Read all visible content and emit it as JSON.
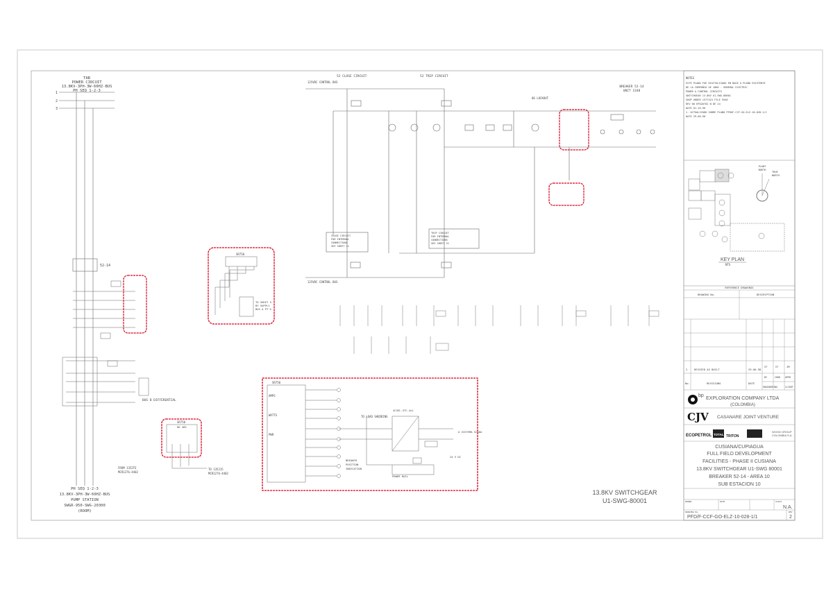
{
  "top_left": {
    "bus_title": [
      "TAB",
      "POWER CIRCUIT",
      "13.8KV-3PH-3W-60HZ-BUS",
      "PH SEQ 1-2-3"
    ],
    "phases": [
      "1",
      "2",
      "3"
    ],
    "breaker_tag": "52-14",
    "bottom_bus": [
      "PH SEQ 1-2-3",
      "13.8KV-3PH-3W-60HZ-BUS",
      "PUMP STATION",
      "SWGR-950-SWG-20300",
      "(ROOM)"
    ]
  },
  "control": {
    "close_circuit": "52 CLOSE CIRCUIT",
    "trip_circuit": "52 TRIP CIRCUIT",
    "dc_bus_top": "125VDC CONTROL BUS",
    "dc_bus_bottom": "125VDC CONTROL BUS",
    "breaker_unit": [
      "BREAKER 52-14",
      "UNIT 1348"
    ],
    "lockout": "86 LOCKOUT",
    "close_box": [
      "CLOSE CIRCUIT",
      "FOR INTERNAL",
      "CONNECTIONS",
      "SEE SHEET 21"
    ],
    "trip_box": [
      "TRIP CIRCUIT",
      "FOR INTERNAL",
      "CONNECTIONS",
      "SEE SHEET 21"
    ]
  },
  "left_panel": {
    "title": "SR750",
    "lines": [
      "TO SHEET 5",
      "BY SUPPLY",
      "BUS A PT'S"
    ]
  },
  "meter_panel": {
    "title": "SR750",
    "inputs": [
      "AMPS",
      "WATTS",
      "PWR"
    ],
    "to_load_shedding": "TO LOAD SHEDDING",
    "transducer": "4CSEL-STC-4x1",
    "scada": "A SISTEMA SCADA",
    "power_rail": "POWER RAIL",
    "vdc": "24 V DC",
    "breaker_pos": [
      "BREAKER",
      "POSITION",
      "INDICATION"
    ]
  },
  "small_panel": {
    "title": "SR750",
    "sub": "RD 485"
  },
  "from_to": {
    "from": [
      "FROM 1352TE",
      "MCR1276-4402"
    ],
    "to": [
      "TO 135215",
      "MCR1276-4402"
    ]
  },
  "differential": "BUS B DIFFERENTIAL",
  "switchgear_label": [
    "13.8KV SWITCHGEAR",
    "U1-SWG-80001"
  ],
  "notes": {
    "title": "NOTES",
    "lines": [
      "ESTE PLANO FUE DIGITALIZADO EN BASE A PLANO EXISTENTE",
      "DE LA COMPAÑIA GE 1060 - GENERAL ELECTRIC",
      "POWER & CONTROL CIRCUITS",
      "SWITCHGEAR 13.8KV U1-SWG-80001",
      "SHOP ORDER 1577424 FILE 5946",
      "REV 06 EPO20702 N DE 24",
      "DATE 01-16-96",
      "1. ACTUALIZADO SOBRE PLANO PFDUF-CCF-GO-ELZ-10-028-1/1",
      "DATE 29-06-98"
    ]
  },
  "key_plan": {
    "title": "KEY PLAN",
    "sub": "NTS",
    "north": [
      "PLANT",
      "NORTH"
    ],
    "true_north": [
      "TRUE",
      "NORTH"
    ]
  },
  "reference": {
    "title": "REFERENCE DRAWINGS",
    "col1": "DRAWING No.",
    "col2": "DESCRIPTION"
  },
  "revisions": {
    "row": {
      "no": "2",
      "desc": "REVISED AS BUILT",
      "date": "29-06-98",
      "by": "CF",
      "chk": "CF",
      "app": "JM"
    },
    "header": {
      "no": "No.",
      "desc": "REVISIONS",
      "date": "DATE",
      "by": "BY",
      "chk": "CHKD",
      "app": "APPD"
    },
    "roles": [
      "ENGINEERING",
      "CLIENT"
    ]
  },
  "company": {
    "bp": "bp",
    "exploration": [
      "EXPLORATION COMPANY LTDA",
      "(COLOMBIA)"
    ],
    "cjv": "CJV",
    "casanare": "CASANARE JOINT VENTURE",
    "partners": [
      "ECOPETROL",
      "TOTAL",
      "TRITON"
    ],
    "wood": [
      "WOOD GROUP",
      "COLOMBIA S.A."
    ]
  },
  "title_block": [
    "CUSIANA/CUPIAGUA",
    "FULL FIELD DEVELOPMENT",
    "FACILITIES - PHASE II CUSIANA",
    "13.8KV SWITCHGEAR U1-SWG 80001",
    "BREAKER 52-14 - AREA 10",
    "SUB ESTACION 10"
  ],
  "meta": {
    "drawn": "DRAWN",
    "date": "DATE",
    "scale_label": "SCALE",
    "scale": "N.A.",
    "drawing_no_label": "DRAWING No.",
    "drawing_no": "PFD/F-CCF-GO-ELZ-10-028-1/1",
    "rev_label": "REV",
    "rev": "2"
  },
  "colors": {
    "line": "#555555",
    "highlight": "#d9001b",
    "ink": "#333333"
  }
}
